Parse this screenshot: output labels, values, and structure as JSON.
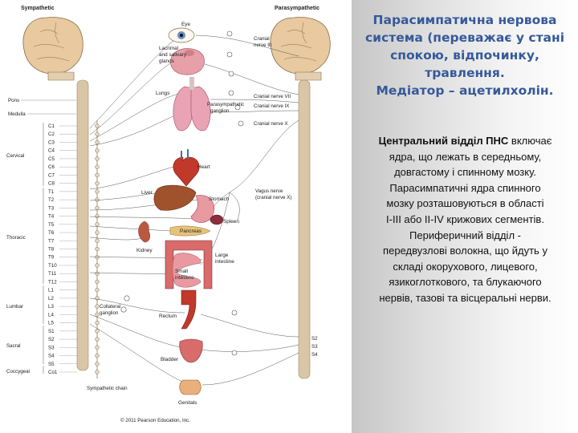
{
  "title_lines": [
    "Парасимпатична нервова",
    "система (переважає у стані",
    "спокою, відпочинку,",
    "травлення.",
    "Медіатор – ацетилхолін."
  ],
  "body": {
    "bold_lead": "Центральний відділ ПНС",
    "lead_rest": " включає",
    "lines": [
      "ядра, що лежать в середньому,",
      "довгастому і спинному мозку.",
      "Парасимпатичні ядра спинного",
      "мозку розташовуються в області",
      "I-III або II-IV крижових сегментів.",
      "Периферичний відділ  -",
      "передвузлові волокна, що йдуть у",
      "складі окорухового, лицевого,",
      "язикоглоткового, та блукаючого",
      "нервів, тазові та вісцеральні нерви."
    ]
  },
  "diagram": {
    "headers": {
      "left": "Sympathetic",
      "right": "Parasympathetic"
    },
    "brain_labels": {
      "pons": "Pons",
      "medulla": "Medulla"
    },
    "regions": [
      "Cervical",
      "Thoracic",
      "Lumbar",
      "Sacral",
      "Coccygeal"
    ],
    "segments": [
      "C1",
      "C2",
      "C3",
      "C4",
      "C5",
      "C6",
      "C7",
      "C8",
      "T1",
      "T2",
      "T3",
      "T4",
      "T5",
      "T6",
      "T7",
      "T8",
      "T9",
      "T10",
      "T11",
      "T12",
      "L1",
      "L2",
      "L3",
      "L4",
      "L5",
      "S1",
      "S2",
      "S3",
      "S4",
      "S5",
      "Co1"
    ],
    "organs": {
      "eye": "Eye",
      "lacrimal_1": "Lacrimal",
      "lacrimal_2": "and salivary",
      "lacrimal_3": "glands",
      "lungs": "Lungs",
      "heart": "Heart",
      "liver": "Liver",
      "stomach": "Stomach",
      "spleen": "Spleen",
      "pancreas": "Pancreas",
      "kidney": "Kidney",
      "large_int_1": "Large",
      "large_int_2": "intestine",
      "small_int_1": "Small",
      "small_int_2": "intestine",
      "rectum": "Rectum",
      "bladder": "Bladder",
      "genitals": "Genitals"
    },
    "parasym_labels": {
      "cn3_1": "Cranial",
      "cn3_2": "nerve III",
      "cn7": "Cranial nerve VII",
      "cn9": "Cranial nerve IX",
      "cn10": "Cranial nerve X",
      "pg_1": "Parasympathetic",
      "pg_2": "ganglion",
      "vagus_1": "Vagus nerve",
      "vagus_2": "(cranial nerve X)"
    },
    "sacral_right": [
      "S2",
      "S3",
      "S4"
    ],
    "collateral_1": "Collateral",
    "collateral_2": "ganglion",
    "chain": "Sympathetic chain",
    "copyright": "© 2011 Pearson Education, Inc.",
    "colors": {
      "sympathetic_line": "#555555",
      "parasympathetic_line": "#555555",
      "brain": "#e8c9a0",
      "organ_red": "#c0392b",
      "organ_pink": "#e8a0a8",
      "liver": "#a0522d",
      "cord": "#d8c6a6"
    }
  }
}
